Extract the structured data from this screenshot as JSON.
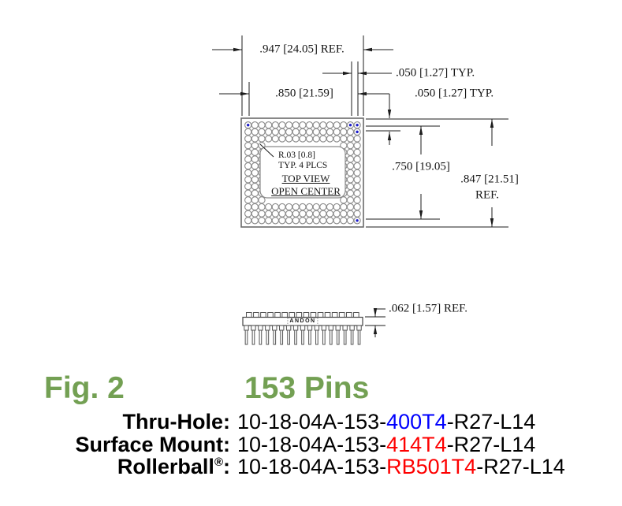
{
  "drawing": {
    "top_view": {
      "dim_overall_width": ".947 [24.05] REF.",
      "dim_pin_pitch": ".050 [1.27] TYP.",
      "dim_pin_span_h": ".850 [21.59]",
      "dim_edge_offset": ".050 [1.27] TYP.",
      "dim_pin_span_v": ".750 [19.05]",
      "dim_overall_height": ".847 [21.51]",
      "dim_overall_height_ref": "REF.",
      "corner_note_line1": "R.03 [0.8]",
      "corner_note_line2": "TYP. 4 PLCS",
      "view_label": "TOP VIEW",
      "center_label": "OPEN CENTER",
      "pin_grid": {
        "cols": 17,
        "rows": 15,
        "ring_depth": 3,
        "pin_one_markers": [
          [
            0,
            0
          ],
          [
            0,
            15
          ],
          [
            0,
            16
          ],
          [
            1,
            16
          ],
          [
            14,
            16
          ]
        ],
        "pin_marker_color": "#1a1acc"
      }
    },
    "side_view": {
      "brand_label": "ANDON",
      "dim_body_thickness": ".062 [1.57] REF.",
      "pin_count": 17,
      "contact_count": 16
    }
  },
  "caption": {
    "fig_label": "Fig. 2",
    "pin_count_label": "153 Pins",
    "heading_color": "#73A053"
  },
  "part_numbers": [
    {
      "label": "Thru-Hole:",
      "prefix": "10-18-04A-153-",
      "highlight": "400T4",
      "suffix": "-R27-L14",
      "highlight_color": "#0000FE"
    },
    {
      "label": "Surface Mount:",
      "prefix": "10-18-04A-153-",
      "highlight": "414T4",
      "suffix": "-R27-L14",
      "highlight_color": "#FE0000"
    },
    {
      "label": "Rollerball",
      "label_sup": "®",
      "label_colon": ":",
      "prefix": "10-18-04A-153-",
      "highlight": "RB501T4",
      "suffix": "-R27-L14",
      "highlight_color": "#FE0000"
    }
  ]
}
